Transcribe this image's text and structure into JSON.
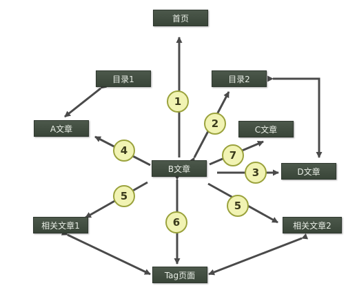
{
  "nodes": {
    "home": "首页",
    "catalog1": "目录1",
    "catalog2": "目录2",
    "article_a": "A文章",
    "article_b": "B文章",
    "article_c": "C文章",
    "article_d": "D文章",
    "related1": "相关文章1",
    "related2": "相关文章2",
    "tag_page": "Tag页面"
  },
  "badges": {
    "b1": "1",
    "b2": "2",
    "b3": "3",
    "b4": "4",
    "b5_left": "5",
    "b5_right": "5",
    "b6": "6",
    "b7": "7"
  },
  "colors": {
    "node_fill": "#414d40",
    "node_text": "#e9eee6",
    "arrow": "#4a4a4a",
    "badge_fill": "#f1f3b3",
    "badge_stroke": "#9aa23c"
  }
}
